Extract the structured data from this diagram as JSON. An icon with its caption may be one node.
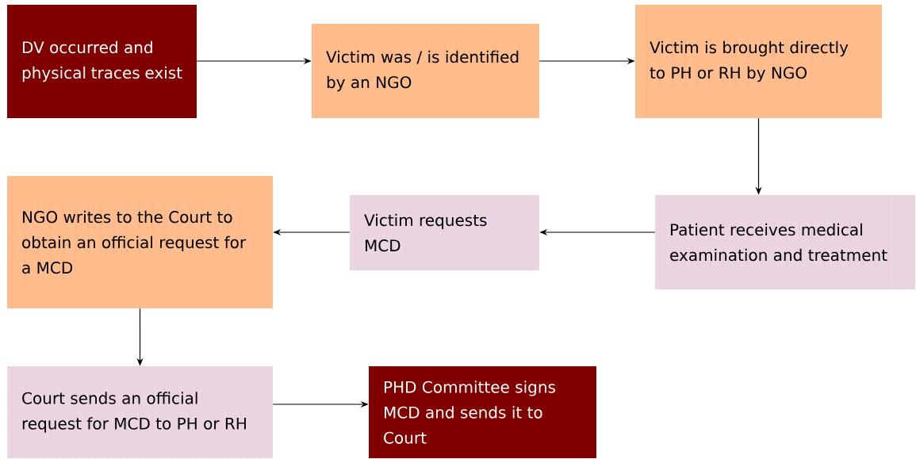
{
  "diagram": {
    "nodes": [
      {
        "text": [
          "DV occurred and physical traces exist"
        ]
      },
      {
        "text": [
          "Victim was / is identified by an NGO"
        ]
      },
      {
        "text": [
          "Victim is brought directly to PH or RH by NGO"
        ]
      },
      {
        "text": [
          "Patient receives medical examination and treatment"
        ]
      },
      {
        "text": [
          "Victim requests MCD"
        ]
      },
      {
        "text": [
          "NGO writes to the Court to obtain an official request for a MCD"
        ]
      },
      {
        "text": [
          "Court sends an official request for MCD to PH or RH"
        ]
      },
      {
        "text": [
          "PHD Committee signs MCD and sends it to Court"
        ]
      }
    ],
    "edges": [
      {
        "from": 0,
        "to": 1,
        "arrow": "to"
      },
      {
        "from": 1,
        "to": 2,
        "arrow": "to"
      },
      {
        "from": 2,
        "to": 3,
        "arrow": "to"
      },
      {
        "from": 3,
        "to": 4,
        "arrow": "to"
      },
      {
        "from": 4,
        "to": 5,
        "arrow": "to"
      },
      {
        "from": 5,
        "to": 6,
        "arrow": "to"
      },
      {
        "from": 6,
        "to": 7,
        "arrow": "to"
      }
    ]
  }
}
